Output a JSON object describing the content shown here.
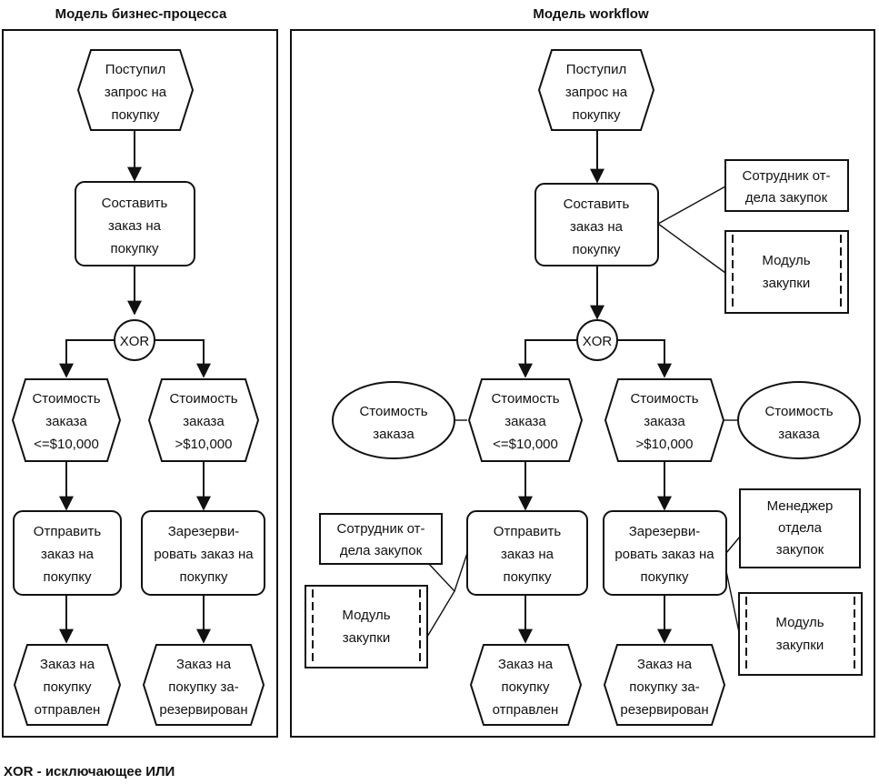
{
  "titles": {
    "left": "Модель бизнес-процесса",
    "right": "Модель workflow"
  },
  "legend": "XOR - исключающее ИЛИ",
  "left_panel": {
    "event_start": [
      "Поступил",
      "запрос на",
      "покупку"
    ],
    "func_compose": [
      "Составить",
      "заказ на",
      "покупку"
    ],
    "xor": "XOR",
    "event_low": [
      "Стоимость",
      "заказа",
      "<=$10,000"
    ],
    "event_high": [
      "Стоимость",
      "заказа",
      ">$10,000"
    ],
    "func_send": [
      "Отправить",
      "заказ на",
      "покупку"
    ],
    "func_reserve": [
      "Зарезерви-",
      "ровать заказ на",
      "покупку"
    ],
    "event_sent": [
      "Заказ на",
      "покупку",
      "отправлен"
    ],
    "event_reserved": [
      "Заказ на",
      "покупку за-",
      "резервирован"
    ]
  },
  "right_panel": {
    "event_start": [
      "Поступил",
      "запрос на",
      "покупку"
    ],
    "func_compose": [
      "Составить",
      "заказ на",
      "покупку"
    ],
    "org_top": [
      "Сотрудник от-",
      "дела закупок"
    ],
    "module_top": [
      "Модуль",
      "закупки"
    ],
    "xor": "XOR",
    "data_left": [
      "Стоимость",
      "заказа"
    ],
    "event_low": [
      "Стоимость",
      "заказа",
      "<=$10,000"
    ],
    "event_high": [
      "Стоимость",
      "заказа",
      ">$10,000"
    ],
    "data_right": [
      "Стоимость",
      "заказа"
    ],
    "org_left": [
      "Сотрудник от-",
      "дела закупок"
    ],
    "module_left": [
      "Модуль",
      "закупки"
    ],
    "func_send": [
      "Отправить",
      "заказ на",
      "покупку"
    ],
    "func_reserve": [
      "Зарезерви-",
      "ровать заказ на",
      "покупку"
    ],
    "org_right": [
      "Менеджер",
      "отдела",
      "закупок"
    ],
    "module_right": [
      "Модуль",
      "закупки"
    ],
    "event_sent": [
      "Заказ на",
      "покупку",
      "отправлен"
    ],
    "event_reserved": [
      "Заказ на",
      "покупку за-",
      "резервирован"
    ]
  }
}
